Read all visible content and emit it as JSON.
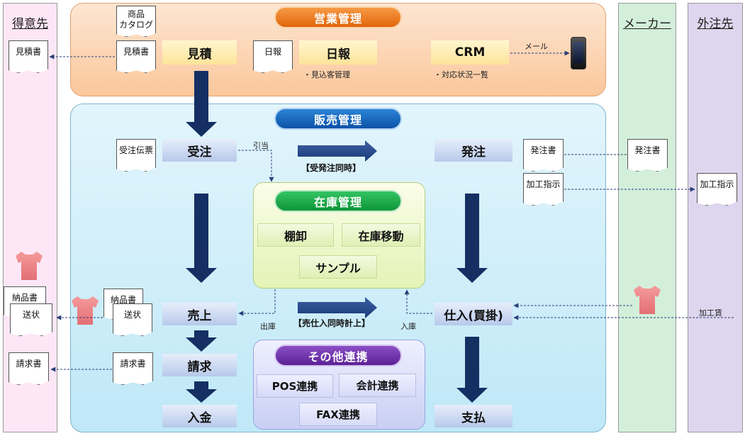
{
  "columns": {
    "customer": "得意先",
    "maker": "メーカー",
    "outsource": "外注先"
  },
  "sections": {
    "sales_mgmt": "営業管理",
    "sales": "販売管理",
    "inventory": "在庫管理",
    "other": "その他連携"
  },
  "sales_mgmt": {
    "estimate": "見積",
    "daily_report": "日報",
    "crm": "CRM",
    "note_prospects": "・見込客管理",
    "note_status": "・対応状況一覧",
    "mail": "メール"
  },
  "sales": {
    "order_received": "受注",
    "order_placed": "発注",
    "sales": "売上",
    "purchase": "仕入(買掛)",
    "billing": "請求",
    "payment_in": "入金",
    "payment_out": "支払",
    "sync_order": "【受発注同時】",
    "sync_sales": "【売仕入同時計上】",
    "allocate": "引当",
    "shipping": "出庫",
    "receiving": "入庫"
  },
  "inventory": {
    "stocktake": "棚卸",
    "transfer": "在庫移動",
    "sample": "サンプル"
  },
  "other": {
    "pos": "POS連携",
    "accounting": "会計連携",
    "fax": "FAX連携"
  },
  "docs": {
    "catalog": "商品\nカタログ",
    "estimate_doc": "見積書",
    "daily_doc": "日報",
    "order_slip": "受注伝票",
    "po_doc": "発注書",
    "processing": "加工指示",
    "delivery": "納品書",
    "invoice_slip": "送状",
    "invoice": "請求書"
  },
  "labels": {
    "processing_cost": "加工賃"
  },
  "colors": {
    "orange": "#ee7a14",
    "blue": "#1565c0",
    "green": "#15a844",
    "purple": "#6a2fa3",
    "arrow": "#173a73"
  }
}
